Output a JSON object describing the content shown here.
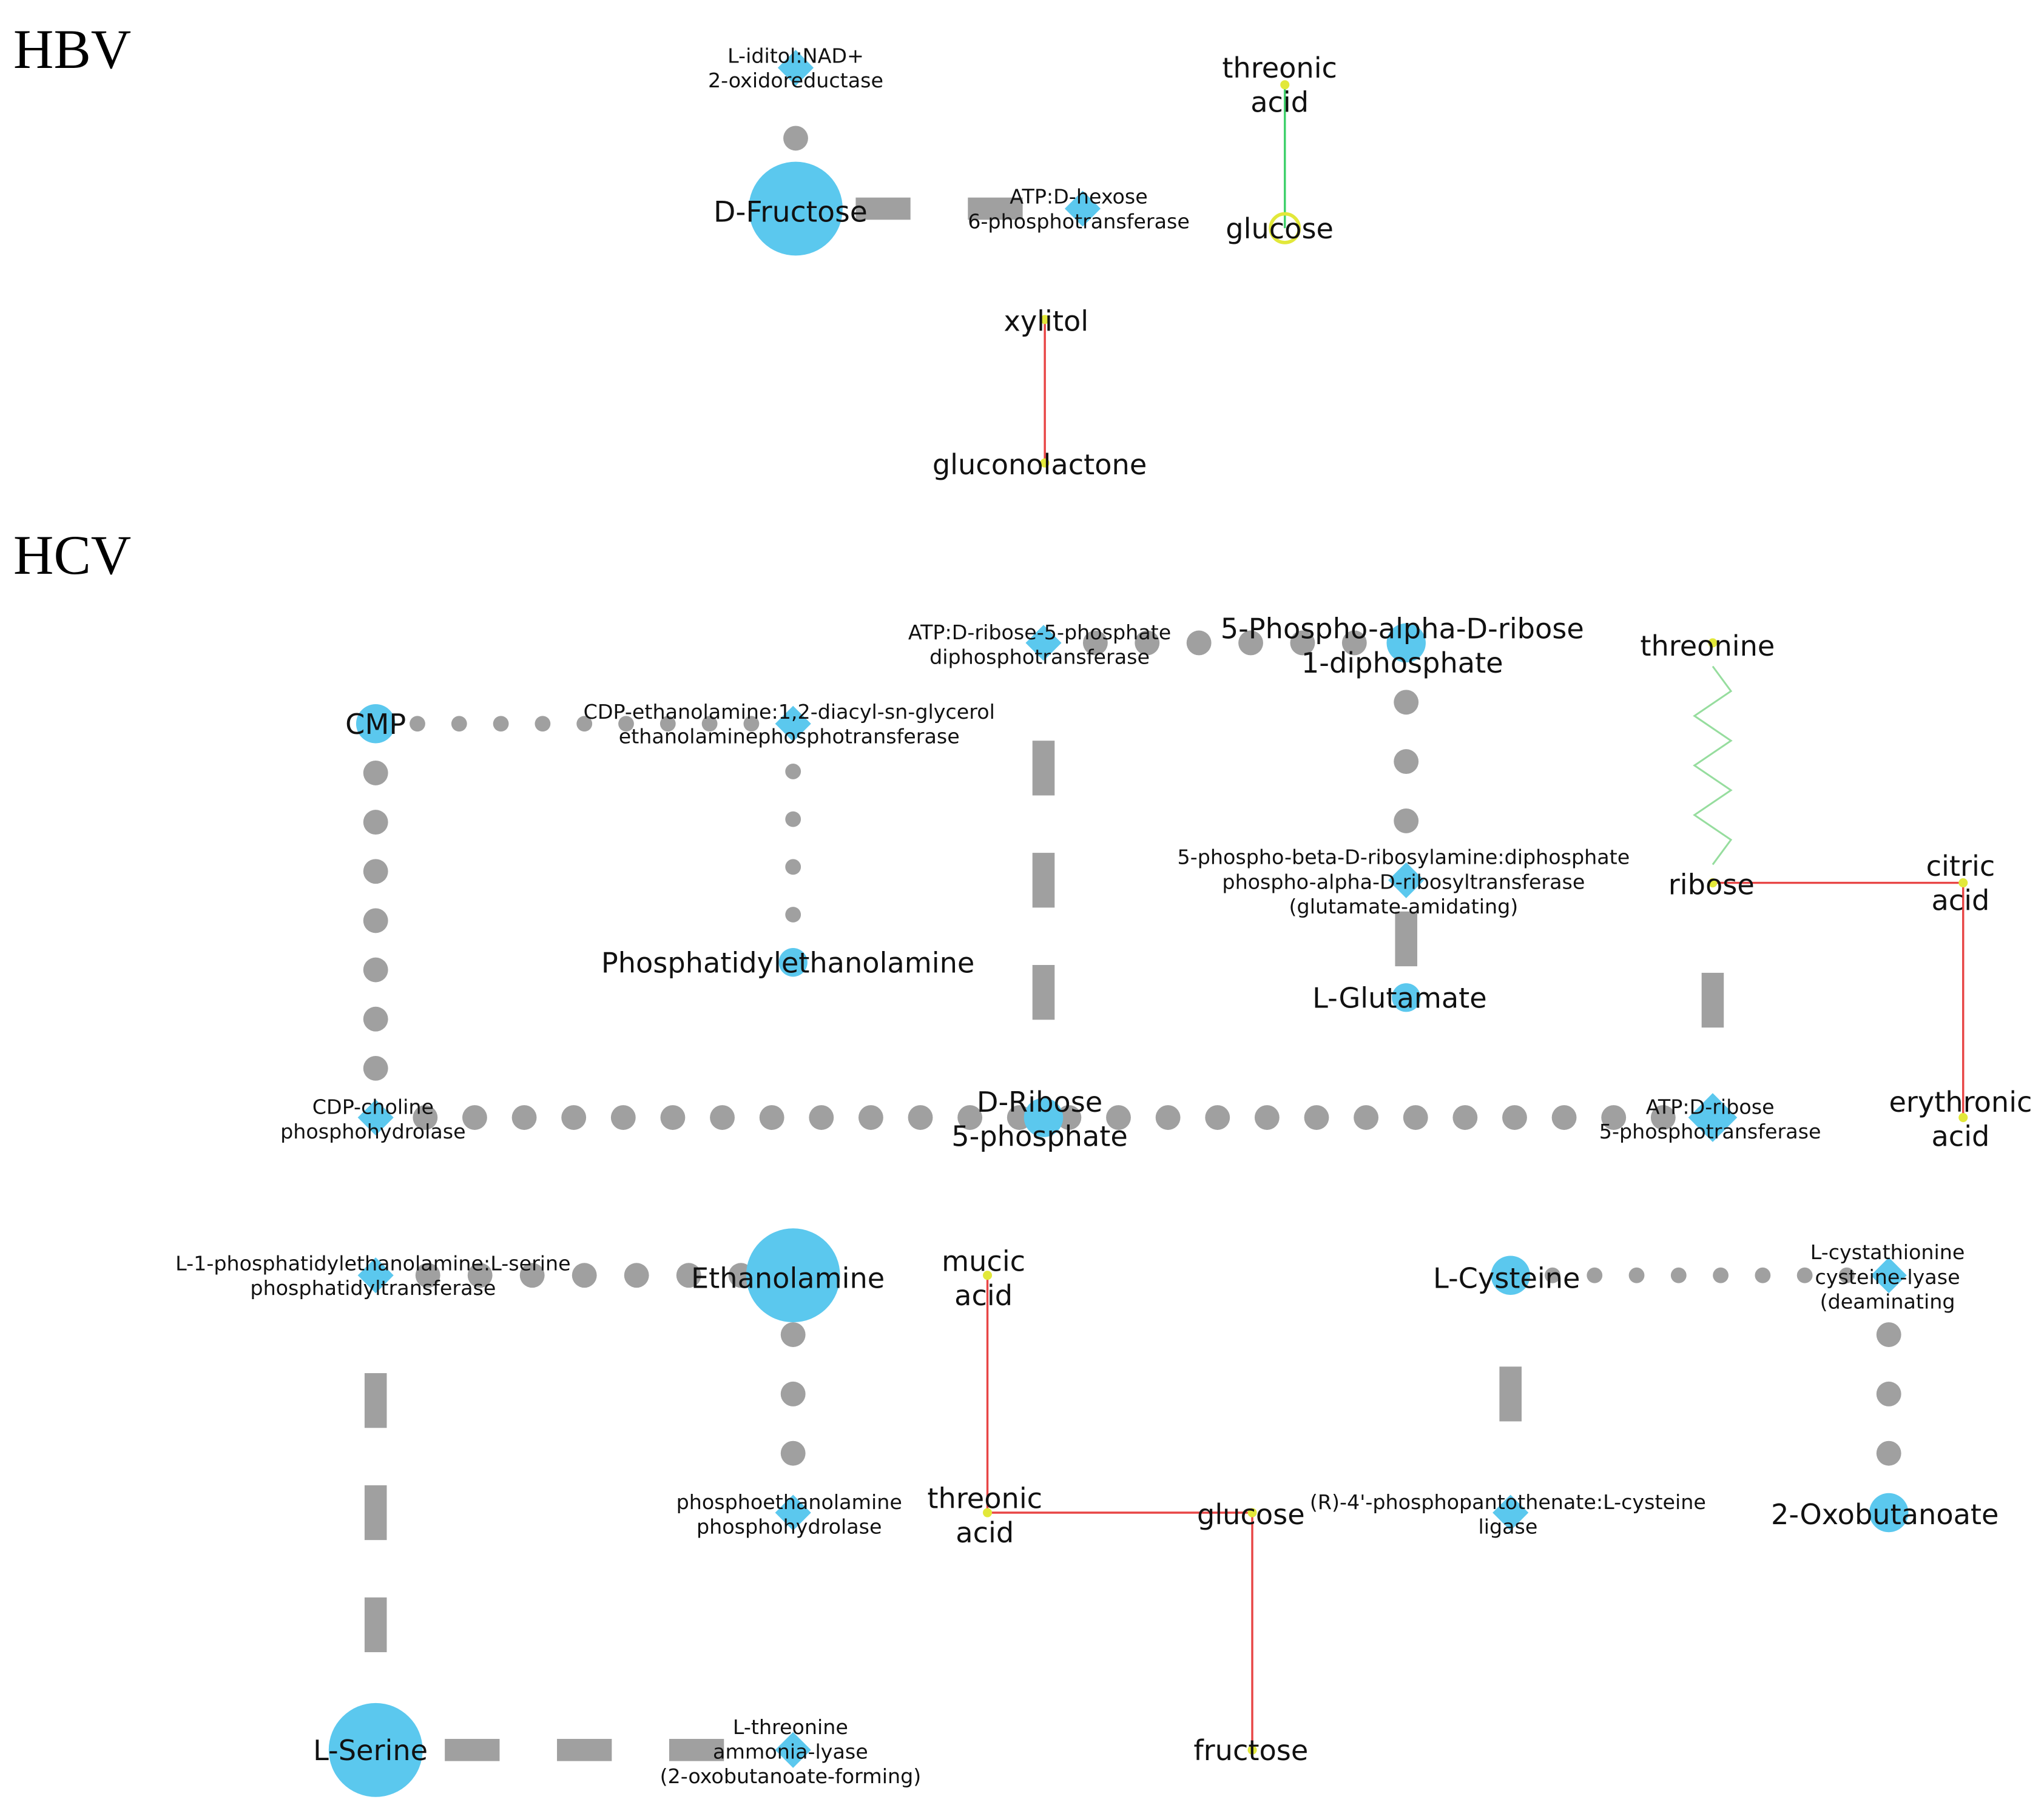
{
  "colors": {
    "metabolite": "#5bc8ee",
    "enzyme": "#5bc8ee",
    "edge_gray": "#a0a0a0",
    "green_edge": "#3ed06a",
    "light_green_edge": "#96dd9e",
    "red_edge": "#e84545",
    "small_node": "#e2e83a",
    "text": "#111111"
  },
  "sections": [
    {
      "id": "hbv",
      "title": "HBV"
    },
    {
      "id": "hcv",
      "title": "HCV"
    }
  ],
  "nodes": [
    {
      "id": "iditol",
      "lines": [
        "L-iditol:NAD+",
        "2-oxidoreductase"
      ],
      "kind": "enzyme",
      "size": "s"
    },
    {
      "id": "dfructose",
      "lines": [
        "D-Fructose"
      ],
      "kind": "metabolite",
      "size": "xl"
    },
    {
      "id": "hexose",
      "lines": [
        "ATP:D-hexose",
        "6-phosphotransferase"
      ],
      "kind": "enzyme",
      "size": "s"
    },
    {
      "id": "threonic_hbv",
      "lines": [
        "threonic",
        "acid"
      ],
      "kind": "small",
      "size": "xs"
    },
    {
      "id": "glucose_hbv",
      "lines": [
        "glucose"
      ],
      "kind": "ring",
      "size": "s"
    },
    {
      "id": "xylitol",
      "lines": [
        "xylitol"
      ],
      "kind": "small",
      "size": "xs"
    },
    {
      "id": "gluconolactone",
      "lines": [
        "gluconolactone"
      ],
      "kind": "small",
      "size": "xs"
    },
    {
      "id": "atpribose5p",
      "lines": [
        "ATP:D-ribose-5-phosphate",
        "diphosphotransferase"
      ],
      "kind": "enzyme",
      "size": "s"
    },
    {
      "id": "prpp",
      "lines": [
        "5-Phospho-alpha-D-ribose",
        "1-diphosphate"
      ],
      "kind": "metabolite",
      "size": "m"
    },
    {
      "id": "threonine",
      "lines": [
        "threonine"
      ],
      "kind": "small",
      "size": "xs"
    },
    {
      "id": "cmp",
      "lines": [
        "CMP"
      ],
      "kind": "metabolite",
      "size": "m"
    },
    {
      "id": "cdpeth",
      "lines": [
        "CDP-ethanolamine:1,2-diacyl-sn-glycerol",
        "ethanolaminephosphotransferase"
      ],
      "kind": "enzyme",
      "size": "s"
    },
    {
      "id": "amidating",
      "lines": [
        "5-phospho-beta-D-ribosylamine:diphosphate",
        "phospho-alpha-D-ribosyltransferase",
        "(glutamate-amidating)"
      ],
      "kind": "enzyme",
      "size": "s"
    },
    {
      "id": "ribose",
      "lines": [
        "ribose"
      ],
      "kind": "small",
      "size": "xs"
    },
    {
      "id": "citric",
      "lines": [
        "citric",
        "acid"
      ],
      "kind": "small",
      "size": "xs"
    },
    {
      "id": "pe",
      "lines": [
        "Phosphatidylethanolamine"
      ],
      "kind": "metabolite",
      "size": "s"
    },
    {
      "id": "lglutamate",
      "lines": [
        "L-Glutamate"
      ],
      "kind": "metabolite",
      "size": "s"
    },
    {
      "id": "cdpcholine",
      "lines": [
        "CDP-choline",
        "phosphohydrolase"
      ],
      "kind": "enzyme",
      "size": "s"
    },
    {
      "id": "ribose5p",
      "lines": [
        "D-Ribose",
        "5-phosphate"
      ],
      "kind": "metabolite",
      "size": "m"
    },
    {
      "id": "riboseptrans",
      "lines": [
        "ATP:D-ribose",
        "5-phosphotransferase"
      ],
      "kind": "enzyme",
      "size": "m"
    },
    {
      "id": "erythronic",
      "lines": [
        "erythronic",
        "acid"
      ],
      "kind": "small",
      "size": "xs"
    },
    {
      "id": "serinetrans",
      "lines": [
        "L-1-phosphatidylethanolamine:L-serine",
        "phosphatidyltransferase"
      ],
      "kind": "enzyme",
      "size": "s"
    },
    {
      "id": "ethanolamine",
      "lines": [
        "Ethanolamine"
      ],
      "kind": "metabolite",
      "size": "xl"
    },
    {
      "id": "mucic",
      "lines": [
        "mucic",
        "acid"
      ],
      "kind": "small",
      "size": "xs"
    },
    {
      "id": "lcysteine",
      "lines": [
        "L-Cysteine"
      ],
      "kind": "metabolite",
      "size": "m"
    },
    {
      "id": "cystathionine",
      "lines": [
        "L-cystathionine",
        "cysteine-lyase",
        "(deaminating"
      ],
      "kind": "enzyme",
      "size": "s"
    },
    {
      "id": "pephydrolase",
      "lines": [
        "phosphoethanolamine",
        "phosphohydrolase"
      ],
      "kind": "enzyme",
      "size": "s"
    },
    {
      "id": "threonic_hcv",
      "lines": [
        "threonic",
        "acid"
      ],
      "kind": "small",
      "size": "xs"
    },
    {
      "id": "glucose_hcv",
      "lines": [
        "glucose"
      ],
      "kind": "small",
      "size": "xs"
    },
    {
      "id": "cysteineligase",
      "lines": [
        "(R)-4'-phosphopantothenate:L-cysteine",
        "ligase"
      ],
      "kind": "enzyme",
      "size": "s"
    },
    {
      "id": "oxobutanoate",
      "lines": [
        "2-Oxobutanoate"
      ],
      "kind": "metabolite",
      "size": "m"
    },
    {
      "id": "lserine",
      "lines": [
        "L-Serine"
      ],
      "kind": "metabolite",
      "size": "xl"
    },
    {
      "id": "threoninelyase",
      "lines": [
        "L-threonine",
        "ammonia-lyase",
        "(2-oxobutanoate-forming)"
      ],
      "kind": "enzyme",
      "size": "s"
    },
    {
      "id": "fructose_hcv",
      "lines": [
        "fructose"
      ],
      "kind": "small",
      "size": "xs"
    }
  ],
  "edges": [
    {
      "from": "iditol",
      "to": "dfructose",
      "style": "dots"
    },
    {
      "from": "dfructose",
      "to": "hexose",
      "style": "dashes"
    },
    {
      "from": "threonic_hbv",
      "to": "glucose_hbv",
      "style": "green"
    },
    {
      "from": "xylitol",
      "to": "gluconolactone",
      "style": "red"
    },
    {
      "from": "cmp",
      "to": "cdpeth",
      "style": "small-dots"
    },
    {
      "from": "cdpeth",
      "to": "pe",
      "style": "small-dots"
    },
    {
      "from": "cmp",
      "to": "cdpcholine",
      "style": "dots"
    },
    {
      "from": "cdpcholine",
      "to": "riboseptrans",
      "style": "dots"
    },
    {
      "from": "atpribose5p",
      "to": "prpp",
      "style": "dots"
    },
    {
      "from": "atpribose5p",
      "to": "ribose5p",
      "style": "dashes"
    },
    {
      "from": "prpp",
      "to": "amidating",
      "style": "dots"
    },
    {
      "from": "amidating",
      "to": "lglutamate",
      "style": "dashes"
    },
    {
      "from": "threonine",
      "to": "ribose",
      "style": "zigzag"
    },
    {
      "from": "ribose",
      "to": "riboseptrans",
      "style": "dashes"
    },
    {
      "from": "ribose",
      "to": "citric",
      "style": "red"
    },
    {
      "from": "citric",
      "to": "erythronic",
      "style": "red"
    },
    {
      "from": "serinetrans",
      "to": "ethanolamine",
      "style": "dots"
    },
    {
      "from": "ethanolamine",
      "to": "pephydrolase",
      "style": "dots"
    },
    {
      "from": "serinetrans",
      "to": "lserine",
      "style": "dashes"
    },
    {
      "from": "lserine",
      "to": "threoninelyase",
      "style": "dashes"
    },
    {
      "from": "mucic",
      "to": "threonic_hcv",
      "style": "red"
    },
    {
      "from": "threonic_hcv",
      "to": "glucose_hcv",
      "style": "red"
    },
    {
      "from": "glucose_hcv",
      "to": "fructose_hcv",
      "style": "red"
    },
    {
      "from": "lcysteine",
      "to": "cystathionine",
      "style": "small-dots"
    },
    {
      "from": "cystathionine",
      "to": "oxobutanoate",
      "style": "dots"
    },
    {
      "from": "lcysteine",
      "to": "cysteineligase",
      "style": "dashes"
    }
  ]
}
